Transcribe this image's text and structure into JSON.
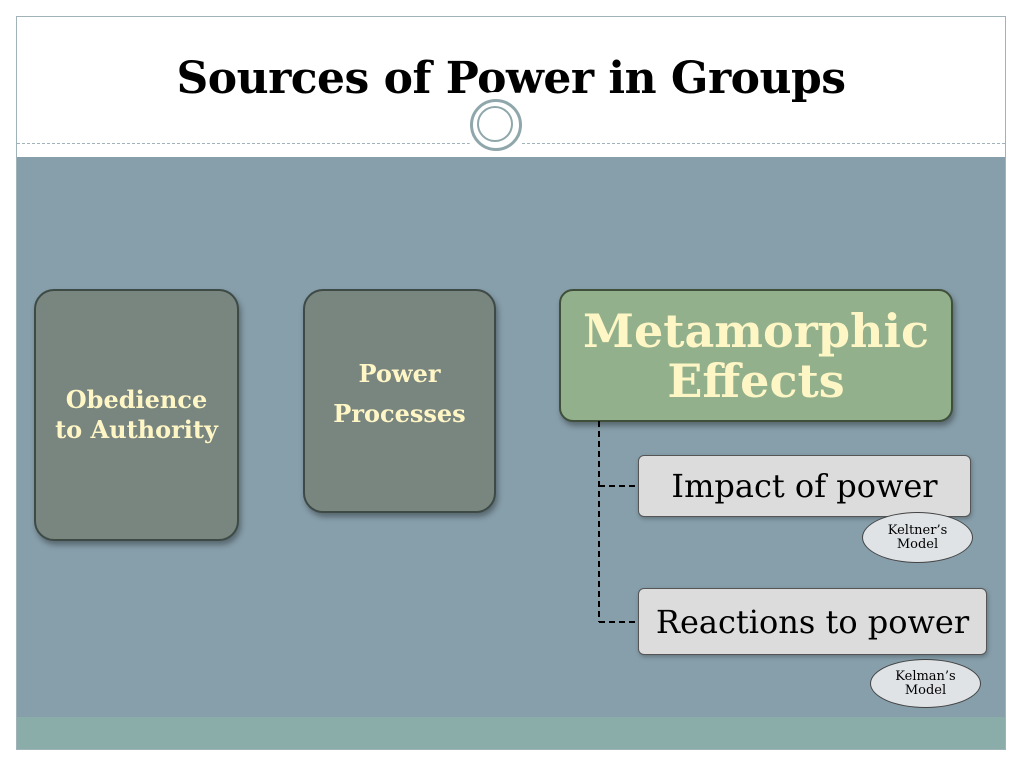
{
  "slide": {
    "title": "Sources of Power in Groups"
  },
  "boxes": {
    "obedience": {
      "line1": "Obedience",
      "line2": "to Authority"
    },
    "power": {
      "line1": "Power",
      "line2": "Processes"
    },
    "metamorphic": {
      "line1": "Metamorphic",
      "line2": "Effects"
    }
  },
  "sub_items": [
    {
      "label": "Impact of power",
      "note_line1": "Keltner’s",
      "note_line2": "Model"
    },
    {
      "label": "Reactions to power",
      "note_line1": "Kelman’s",
      "note_line2": "Model"
    }
  ],
  "colors": {
    "content_background": "#879fab",
    "footer_band": "#8aadaa",
    "gray_box": "#79857f",
    "green_box": "#93b08c",
    "box_text": "#fff6c6"
  }
}
